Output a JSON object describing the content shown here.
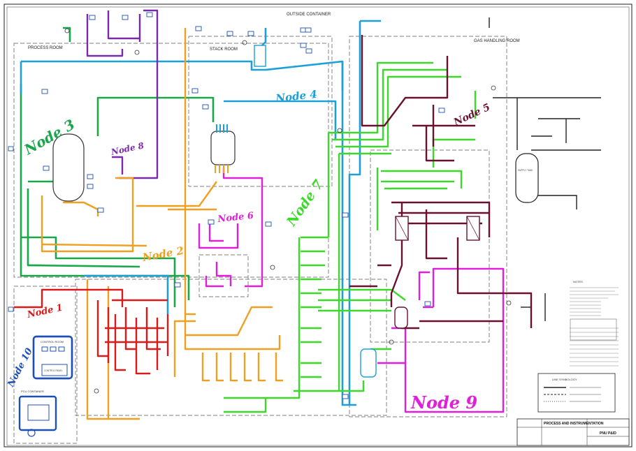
{
  "title_block": {
    "drawing_title": "PROCESS AND INSTRUMENTATION",
    "sheet_name": "PNU P&ID"
  },
  "rooms": {
    "outside_container": "OUTSIDE CONTAINER",
    "process_room": "PROCESS ROOM",
    "stack_room": "STACK ROOM",
    "gas_handling_room": "GAS HANDLING ROOM",
    "control_room": "CONTROL ROOM",
    "pcu_container": "PCU CONTAINER"
  },
  "equipment": {
    "supply_tank": "SUPPLY TANK",
    "control_panel": "CONTROL PANEL"
  },
  "nodes": [
    {
      "id": "node-1",
      "label": "Node 1",
      "color": "#d81b1b"
    },
    {
      "id": "node-2",
      "label": "Node 2",
      "color": "#f0a020"
    },
    {
      "id": "node-3",
      "label": "Node 3",
      "color": "#18a84a"
    },
    {
      "id": "node-4",
      "label": "Node 4",
      "color": "#1d9fd8"
    },
    {
      "id": "node-5",
      "label": "Node 5",
      "color": "#6a1030"
    },
    {
      "id": "node-6",
      "label": "Node 6",
      "color": "#e020d8"
    },
    {
      "id": "node-7",
      "label": "Node 7",
      "color": "#3cd82a"
    },
    {
      "id": "node-8",
      "label": "Node 8",
      "color": "#7a2aa8"
    },
    {
      "id": "node-9",
      "label": "Node 9",
      "color": "#e020d8"
    },
    {
      "id": "node-10",
      "label": "Node 10",
      "color": "#1d4fb8"
    }
  ],
  "legend": {
    "heading": "LINE SYMBOLOGY"
  },
  "notes": {
    "heading": "NOTES"
  }
}
